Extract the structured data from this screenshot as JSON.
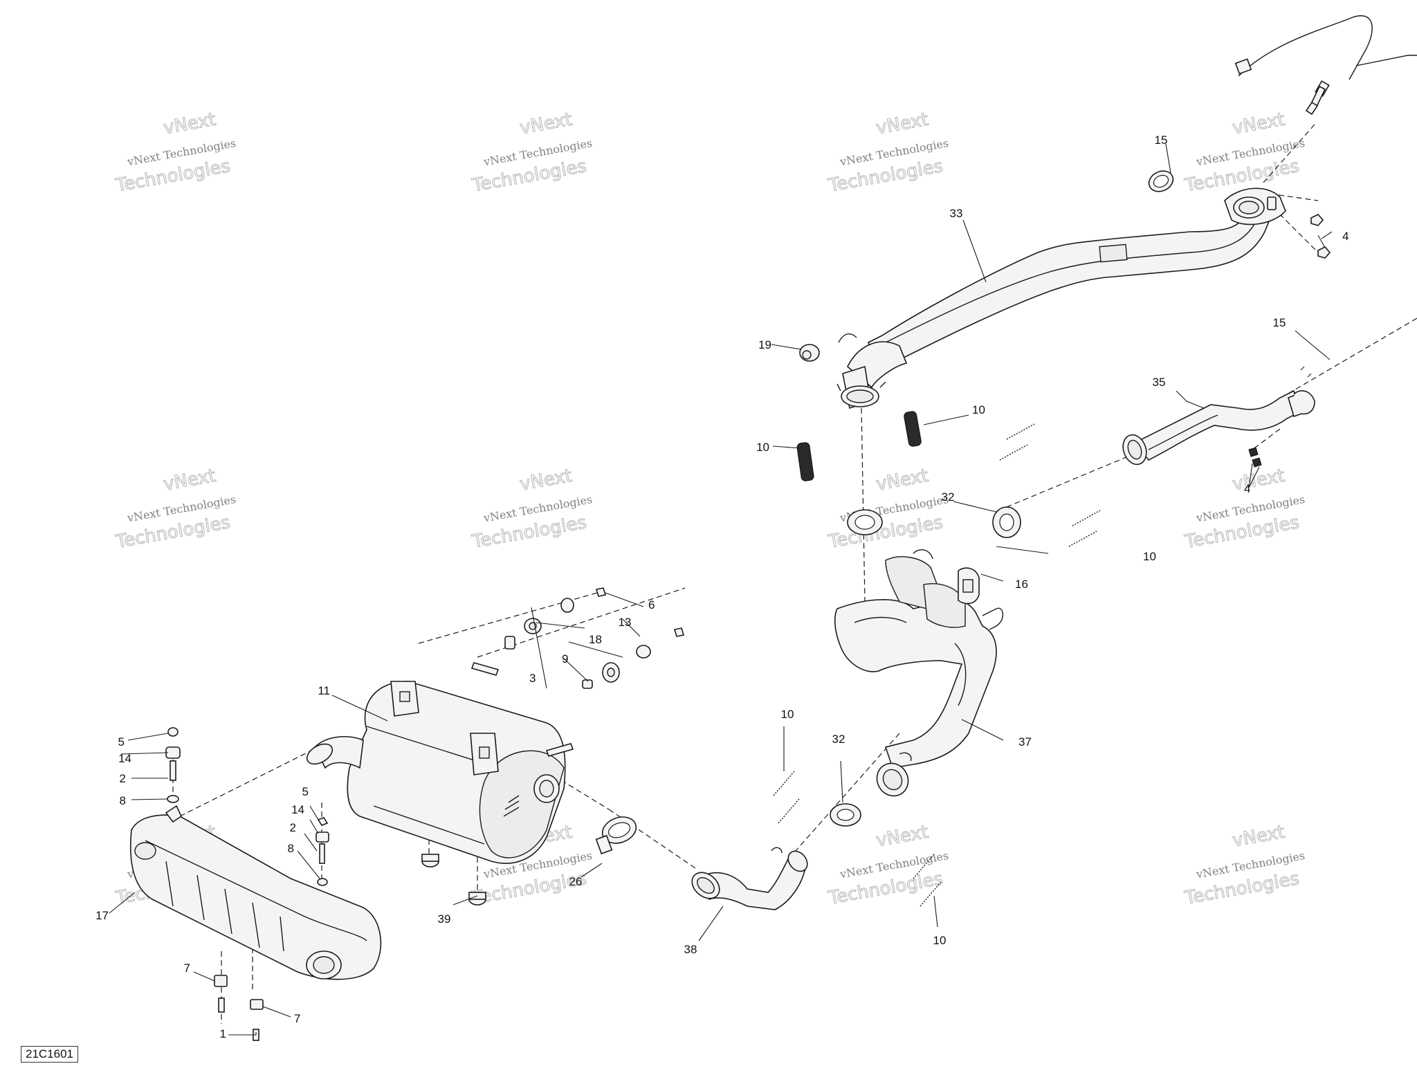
{
  "diagram_code": "21C1601",
  "watermark": {
    "small_text": "vNext Technologies",
    "large_text": "Technologies",
    "top_text": "vNext"
  },
  "callouts": {
    "c1": "1",
    "c2a": "2",
    "c2b": "2",
    "c3": "3",
    "c4a": "4",
    "c4b": "4",
    "c5a": "5",
    "c5b": "5",
    "c6": "6",
    "c7a": "7",
    "c7b": "7",
    "c8a": "8",
    "c8b": "8",
    "c9": "9",
    "c10a": "10",
    "c10b": "10",
    "c10c": "10",
    "c10d": "10",
    "c10e": "10",
    "c11": "11",
    "c13": "13",
    "c14a": "14",
    "c14b": "14",
    "c15a": "15",
    "c15b": "15",
    "c16": "16",
    "c17": "17",
    "c18": "18",
    "c19": "19",
    "c26": "26",
    "c32a": "32",
    "c32b": "32",
    "c33": "33",
    "c35": "35",
    "c37": "37",
    "c38": "38",
    "c39": "39"
  }
}
